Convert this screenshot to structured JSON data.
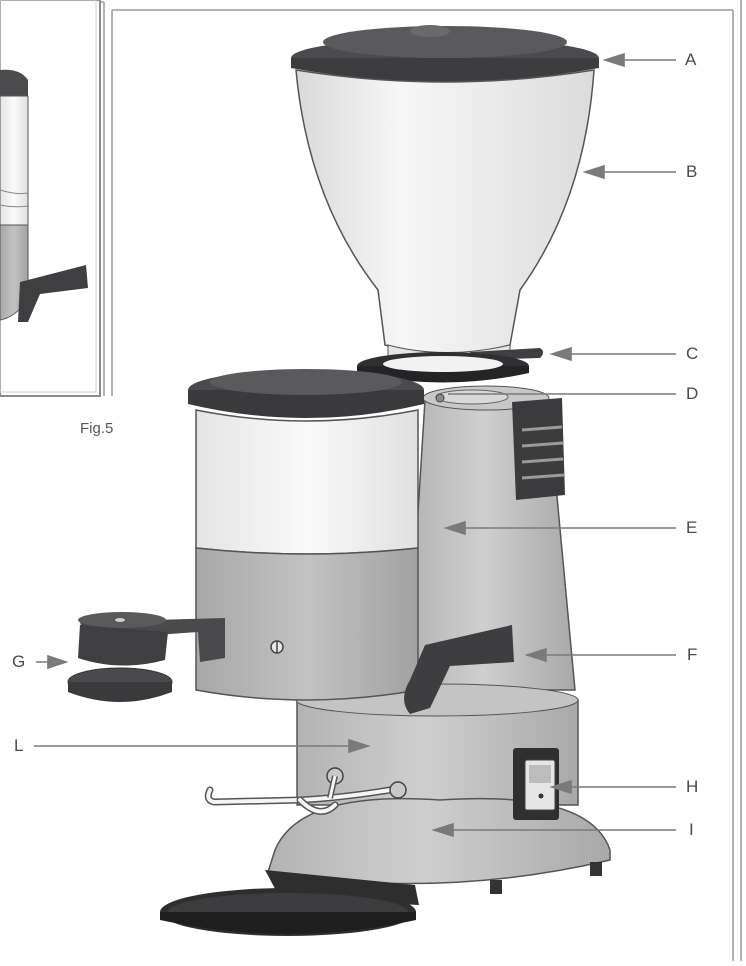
{
  "figure": {
    "inset_caption": "Fig.5",
    "callouts": [
      {
        "id": "A",
        "label": "A",
        "part": "hopper-lid"
      },
      {
        "id": "B",
        "label": "B",
        "part": "bean-hopper"
      },
      {
        "id": "C",
        "label": "C",
        "part": "hopper-shutter-slide"
      },
      {
        "id": "D",
        "label": "D",
        "part": "grind-adjustment-collar"
      },
      {
        "id": "E",
        "label": "E",
        "part": "doser-chamber"
      },
      {
        "id": "F",
        "label": "F",
        "part": "portafilter-rest"
      },
      {
        "id": "G",
        "label": "G",
        "part": "tamper"
      },
      {
        "id": "L",
        "label": "L",
        "part": "dosing-lever"
      },
      {
        "id": "H",
        "label": "H",
        "part": "power-switch"
      },
      {
        "id": "I",
        "label": "I",
        "part": "coffee-tray"
      }
    ]
  },
  "colors": {
    "frame": "#9a9a9a",
    "lid_dark": "#4b4b4d",
    "hopper_light": "#f2f2f2",
    "body_gray": "#bdbdbd",
    "tray_black": "#2e2e2e",
    "arrow_gray": "#7a7a7a"
  }
}
